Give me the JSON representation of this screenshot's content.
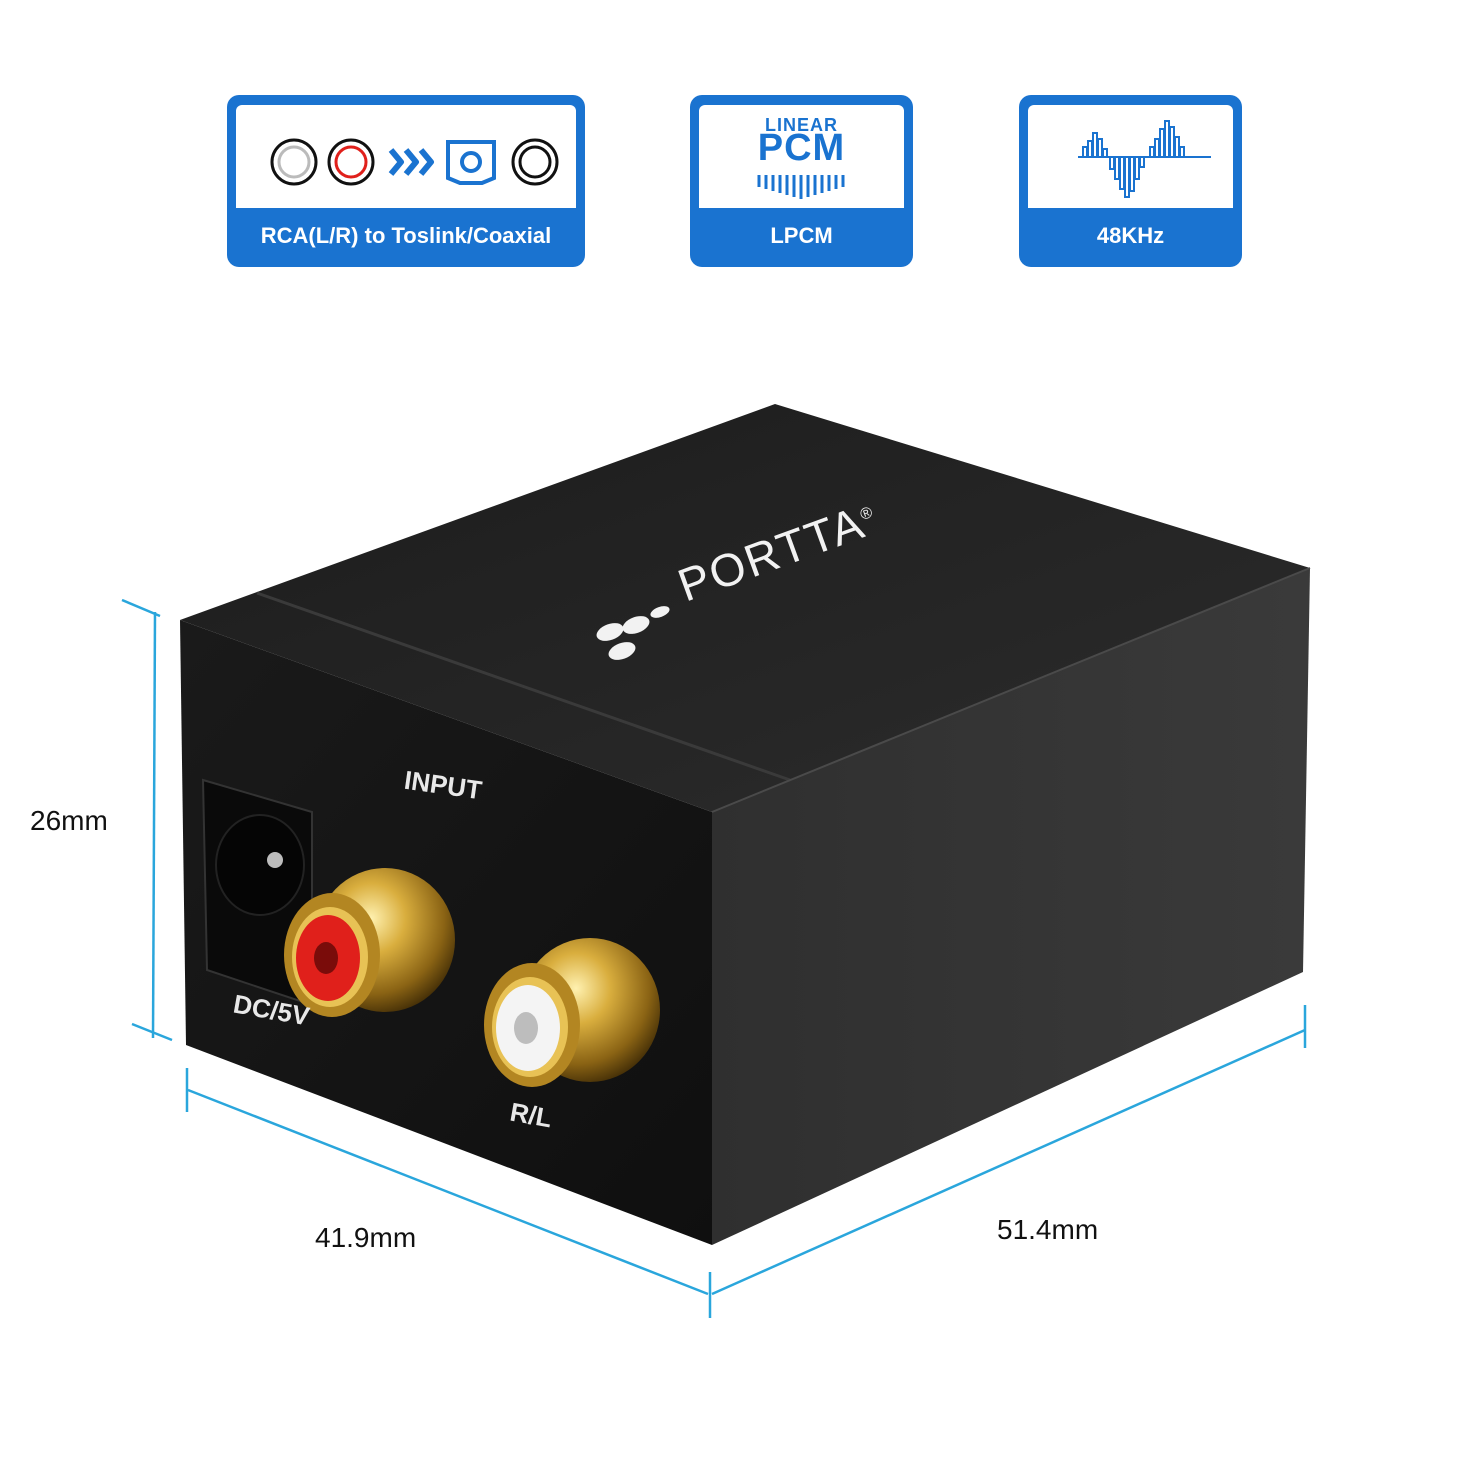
{
  "badges": [
    {
      "label": "RCA(L/R) to Toslink/Coaxial",
      "icon": "rca-to-optical-coaxial-icon"
    },
    {
      "label": "LPCM",
      "icon": "linear-pcm-icon",
      "icon_text_top": "LINEAR",
      "icon_text_main": "PCM"
    },
    {
      "label": "48KHz",
      "icon": "waveform-icon"
    }
  ],
  "device": {
    "brand": "PORTTA",
    "brand_mark": "®",
    "input_label": "INPUT",
    "power_label": "DC/5V",
    "rca_label": "R/L"
  },
  "dimensions": {
    "height": "26mm",
    "depth": "41.9mm",
    "width": "51.4mm"
  },
  "colors": {
    "accent": "#1a73d0",
    "dimension_line": "#2aa6dc",
    "body": "#2b2b2b",
    "gold": "#c9a23a",
    "red": "#e0201b"
  }
}
